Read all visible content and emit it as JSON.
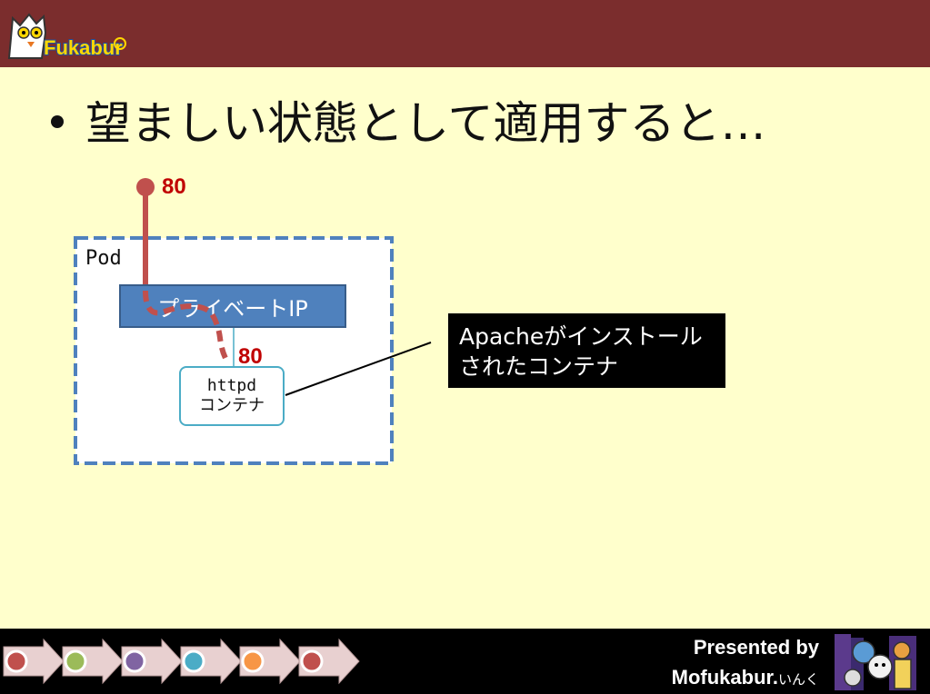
{
  "header": {
    "logo_text": "Fukabur"
  },
  "slide": {
    "title": "望ましい状態として適用すると…",
    "pod_label": "Pod",
    "ip_box_label": "プライベートIP",
    "container_line1": "httpd",
    "container_line2": "コンテナ",
    "port_outer": "80",
    "port_inner": "80",
    "callout_line1": "Apacheがインストール",
    "callout_line2": "されたコンテナ"
  },
  "footer": {
    "presented_by": "Presented by",
    "brand": "Mofukabur.",
    "brand_suffix": "いんく",
    "arrow_colors": [
      "#C0504D",
      "#9BBB59",
      "#8064A2",
      "#4BACC6",
      "#F79646",
      "#C0504D"
    ]
  },
  "colors": {
    "header_bg": "#7B2D2D",
    "slide_bg": "#FFFFCC",
    "pod_border": "#4F81BD",
    "ip_box": "#4F81BD",
    "route_line": "#C0504D",
    "port_text": "#C00000"
  }
}
